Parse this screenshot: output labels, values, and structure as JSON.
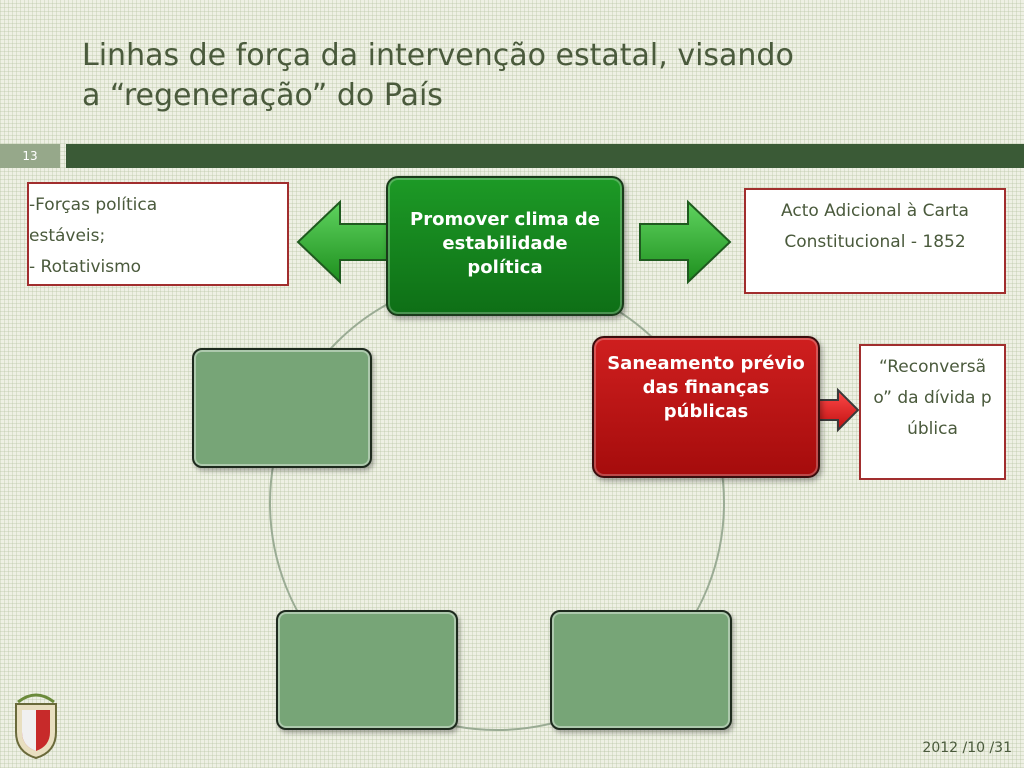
{
  "slide": {
    "title_line1": "Linhas de força da intervenção estatal, visando",
    "title_line2": "a “regeneração” do País",
    "number": "13",
    "date": "2012 /10 /31"
  },
  "diagram": {
    "center_top": "Promover clima de estabilidade política",
    "right_main": "Saneamento prévio das finanças públicas",
    "left_note_line1": "-Forças política",
    "left_note_line2": "estáveis;",
    "left_note_line3": "- Rotativismo",
    "right_top_note": "Acto Adicional à Carta Constitucional - 1852",
    "right_bottom_note": "“Reconversão” da dívida pública"
  },
  "colors": {
    "green_box": "#0e7a16",
    "red_box": "#b01212",
    "empty_box": "#77a577",
    "header_bar": "#3a5a36",
    "note_border": "#a12e2e"
  }
}
